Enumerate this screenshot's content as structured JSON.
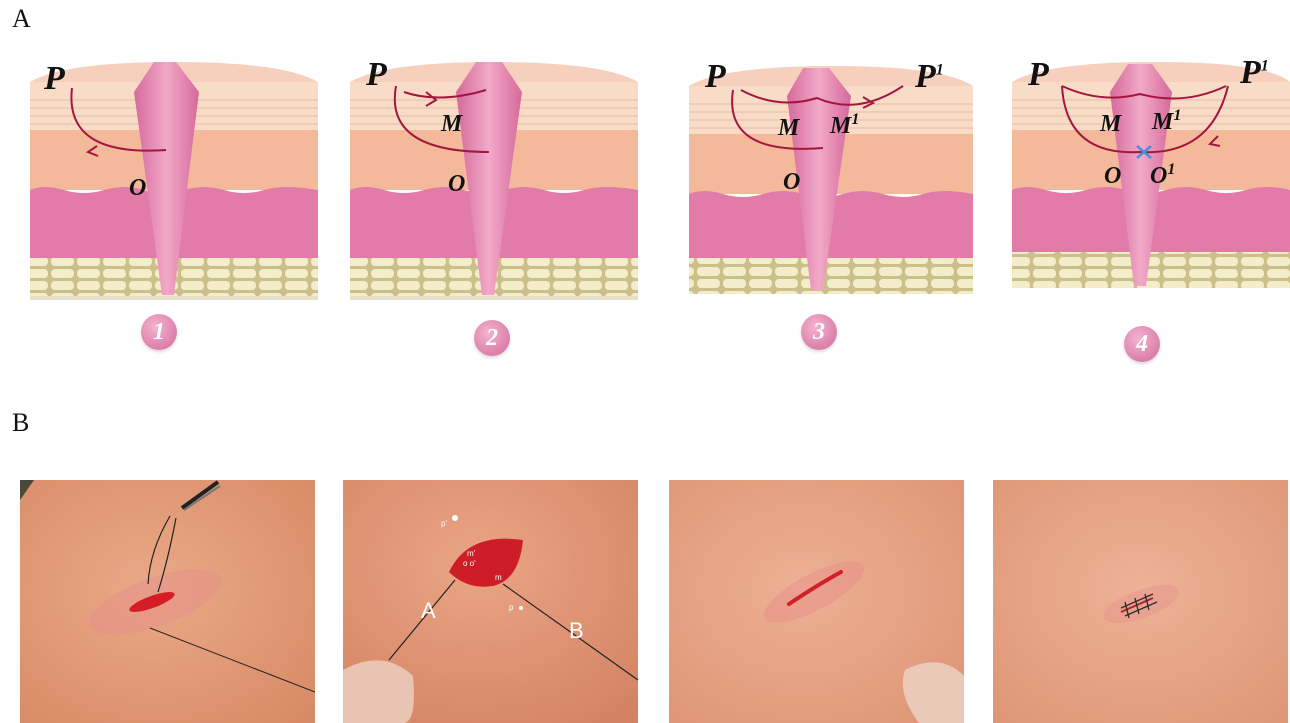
{
  "panel_a": {
    "label": "A",
    "steps": [
      {
        "number": "1",
        "labels": {
          "p": "P",
          "o": "O"
        }
      },
      {
        "number": "2",
        "labels": {
          "p": "P",
          "m": "M",
          "o": "O"
        }
      },
      {
        "number": "3",
        "labels": {
          "p": "P",
          "p1": "P",
          "m": "M",
          "m1": "M",
          "o": "O"
        }
      },
      {
        "number": "4",
        "labels": {
          "p": "P",
          "p1": "P",
          "m": "M",
          "m1": "M",
          "o": "O",
          "o1": "O"
        }
      }
    ],
    "superscript": "1",
    "colors": {
      "suture": "#a3173e",
      "knot": "#4a8fd6",
      "wound": "#e07aa8"
    }
  },
  "panel_b": {
    "label": "B",
    "photo2": {
      "label_a": "A",
      "label_b": "B",
      "tiny_p_top": "p'",
      "tiny_p_bottom": "p",
      "tiny_m_top": "m'",
      "tiny_m_bottom": "m",
      "tiny_o": "o o'"
    }
  }
}
